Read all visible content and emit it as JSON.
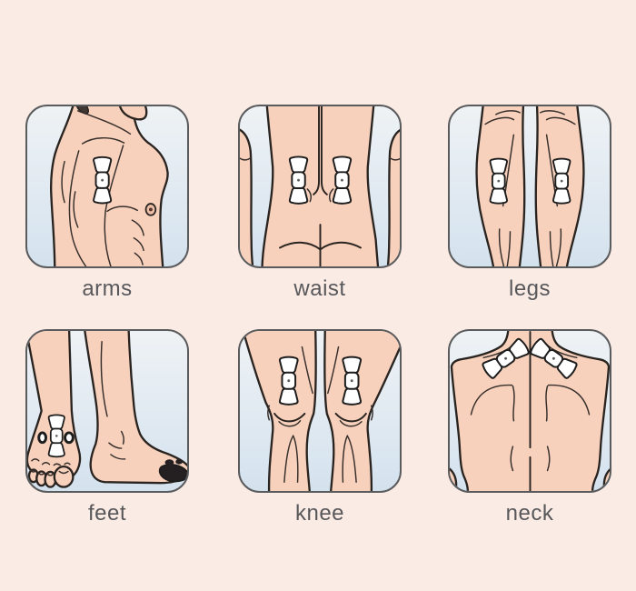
{
  "grid": {
    "items": [
      {
        "label": "arms",
        "illustration": "upper-arm-side-torso-with-electrode-pad"
      },
      {
        "label": "waist",
        "illustration": "lower-back-with-two-electrode-pads"
      },
      {
        "label": "legs",
        "illustration": "calves-back-view-with-electrode-pads"
      },
      {
        "label": "feet",
        "illustration": "ankle-and-foot-with-electrode-pad"
      },
      {
        "label": "knee",
        "illustration": "knees-front-view-with-electrode-pads"
      },
      {
        "label": "neck",
        "illustration": "shoulders-back-view-with-electrode-pads"
      }
    ]
  },
  "icons": {
    "pad": "electrode-pad-icon"
  },
  "colors": {
    "page_background": "#fbebe5",
    "tile_background_top": "#eef2f5",
    "tile_background_bottom": "#d4e2ee",
    "tile_border": "#5a5b5d",
    "skin": "#f8d1bc",
    "outline": "#2a2421",
    "pad_fill": "#ffffff",
    "label_text": "#58585b"
  }
}
